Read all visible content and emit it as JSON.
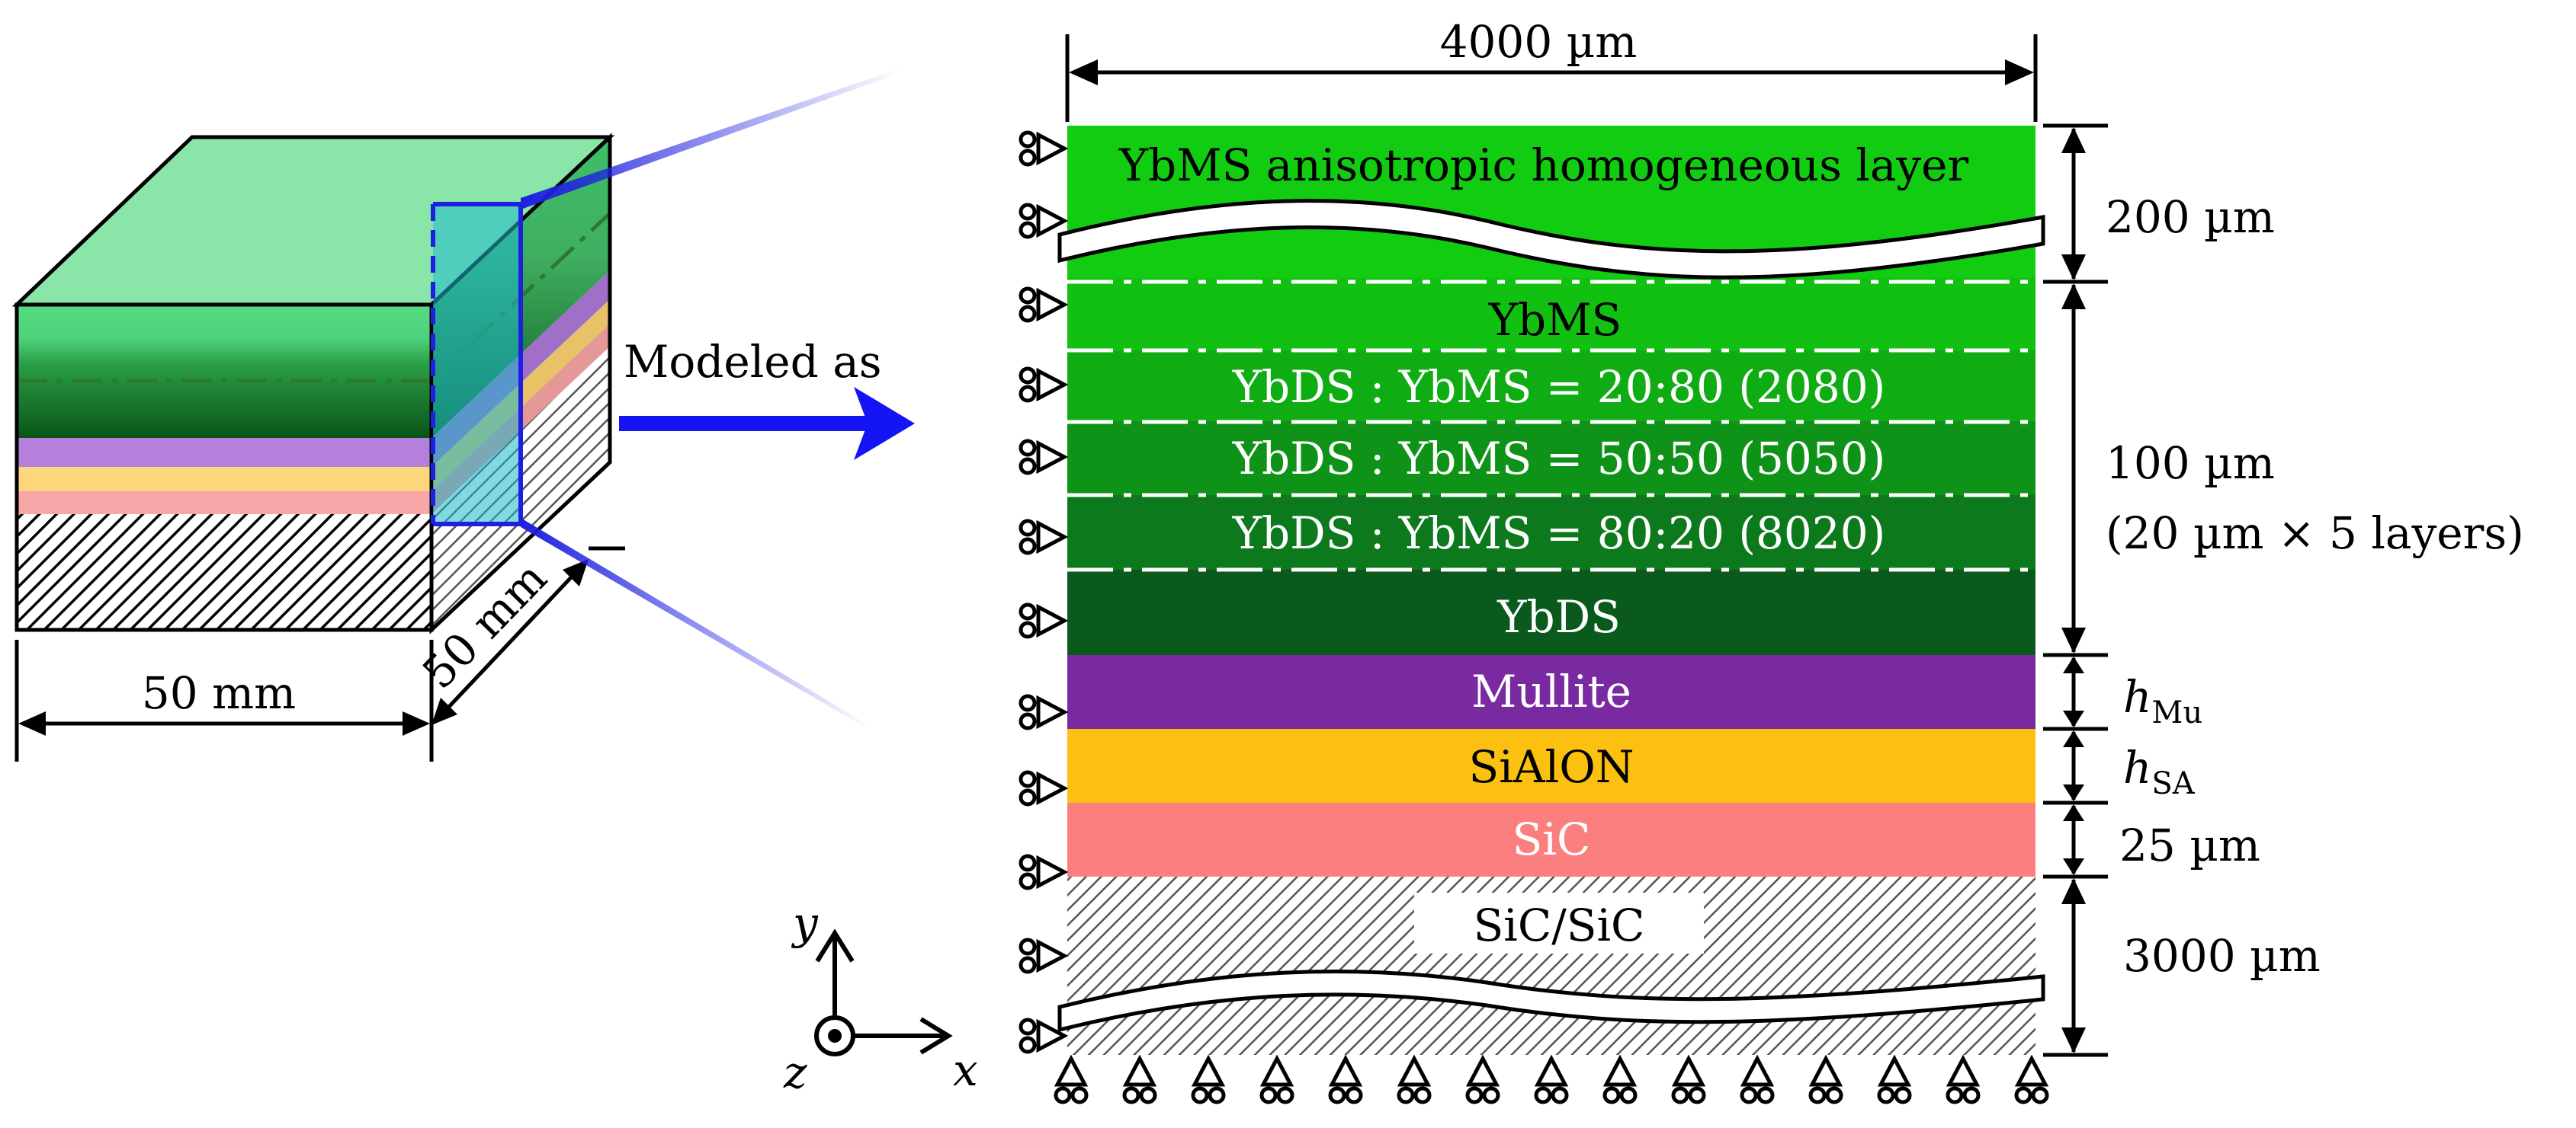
{
  "left_block": {
    "width_label": "50 mm",
    "depth_label": "50 mm",
    "colors": {
      "top_face": "#8ae6a8",
      "ybms_zone": "#4fd87a",
      "graded_zone_dark": "#0c5c1e",
      "mullite": "#b480dc",
      "sialon": "#fcd67a",
      "sic": "#f7a7a7",
      "section_plane": "#1fb8ce",
      "section_outline": "#1f1fe0"
    }
  },
  "arrow": {
    "label": "Modeled as",
    "color": "#1414f5"
  },
  "model": {
    "width_label": "4000 µm",
    "layers": [
      {
        "label": "YbMS anisotropic homogeneous layer",
        "color": "#12cc12"
      },
      {
        "label": "YbMS",
        "color": "#12c012"
      },
      {
        "label": "YbDS : YbMS = 20:80 (2080)",
        "color": "#10ac14"
      },
      {
        "label": "YbDS : YbMS = 50:50 (5050)",
        "color": "#0e9218"
      },
      {
        "label": "YbDS : YbMS = 80:20 (8020)",
        "color": "#0c7a1c"
      },
      {
        "label": "YbDS",
        "color": "#0a5a1e"
      },
      {
        "label": "Mullite",
        "color": "#7a2aa0"
      },
      {
        "label": "SiAlON",
        "color": "#fcc010"
      },
      {
        "label": "SiC",
        "color": "#fc7f80"
      },
      {
        "label": "SiC/SiC",
        "color": "#ffffff"
      }
    ],
    "dimensions": {
      "top_coat": "200 µm",
      "graded": "100 µm",
      "graded_detail": "(20 µm × 5 layers)",
      "mullite_symbol": "h",
      "mullite_subscript": "Mu",
      "sialon_symbol": "h",
      "sialon_subscript": "SA",
      "sic": "25 µm",
      "substrate": "3000 µm"
    }
  },
  "axes": {
    "x": "x",
    "y": "y",
    "z": "z"
  }
}
